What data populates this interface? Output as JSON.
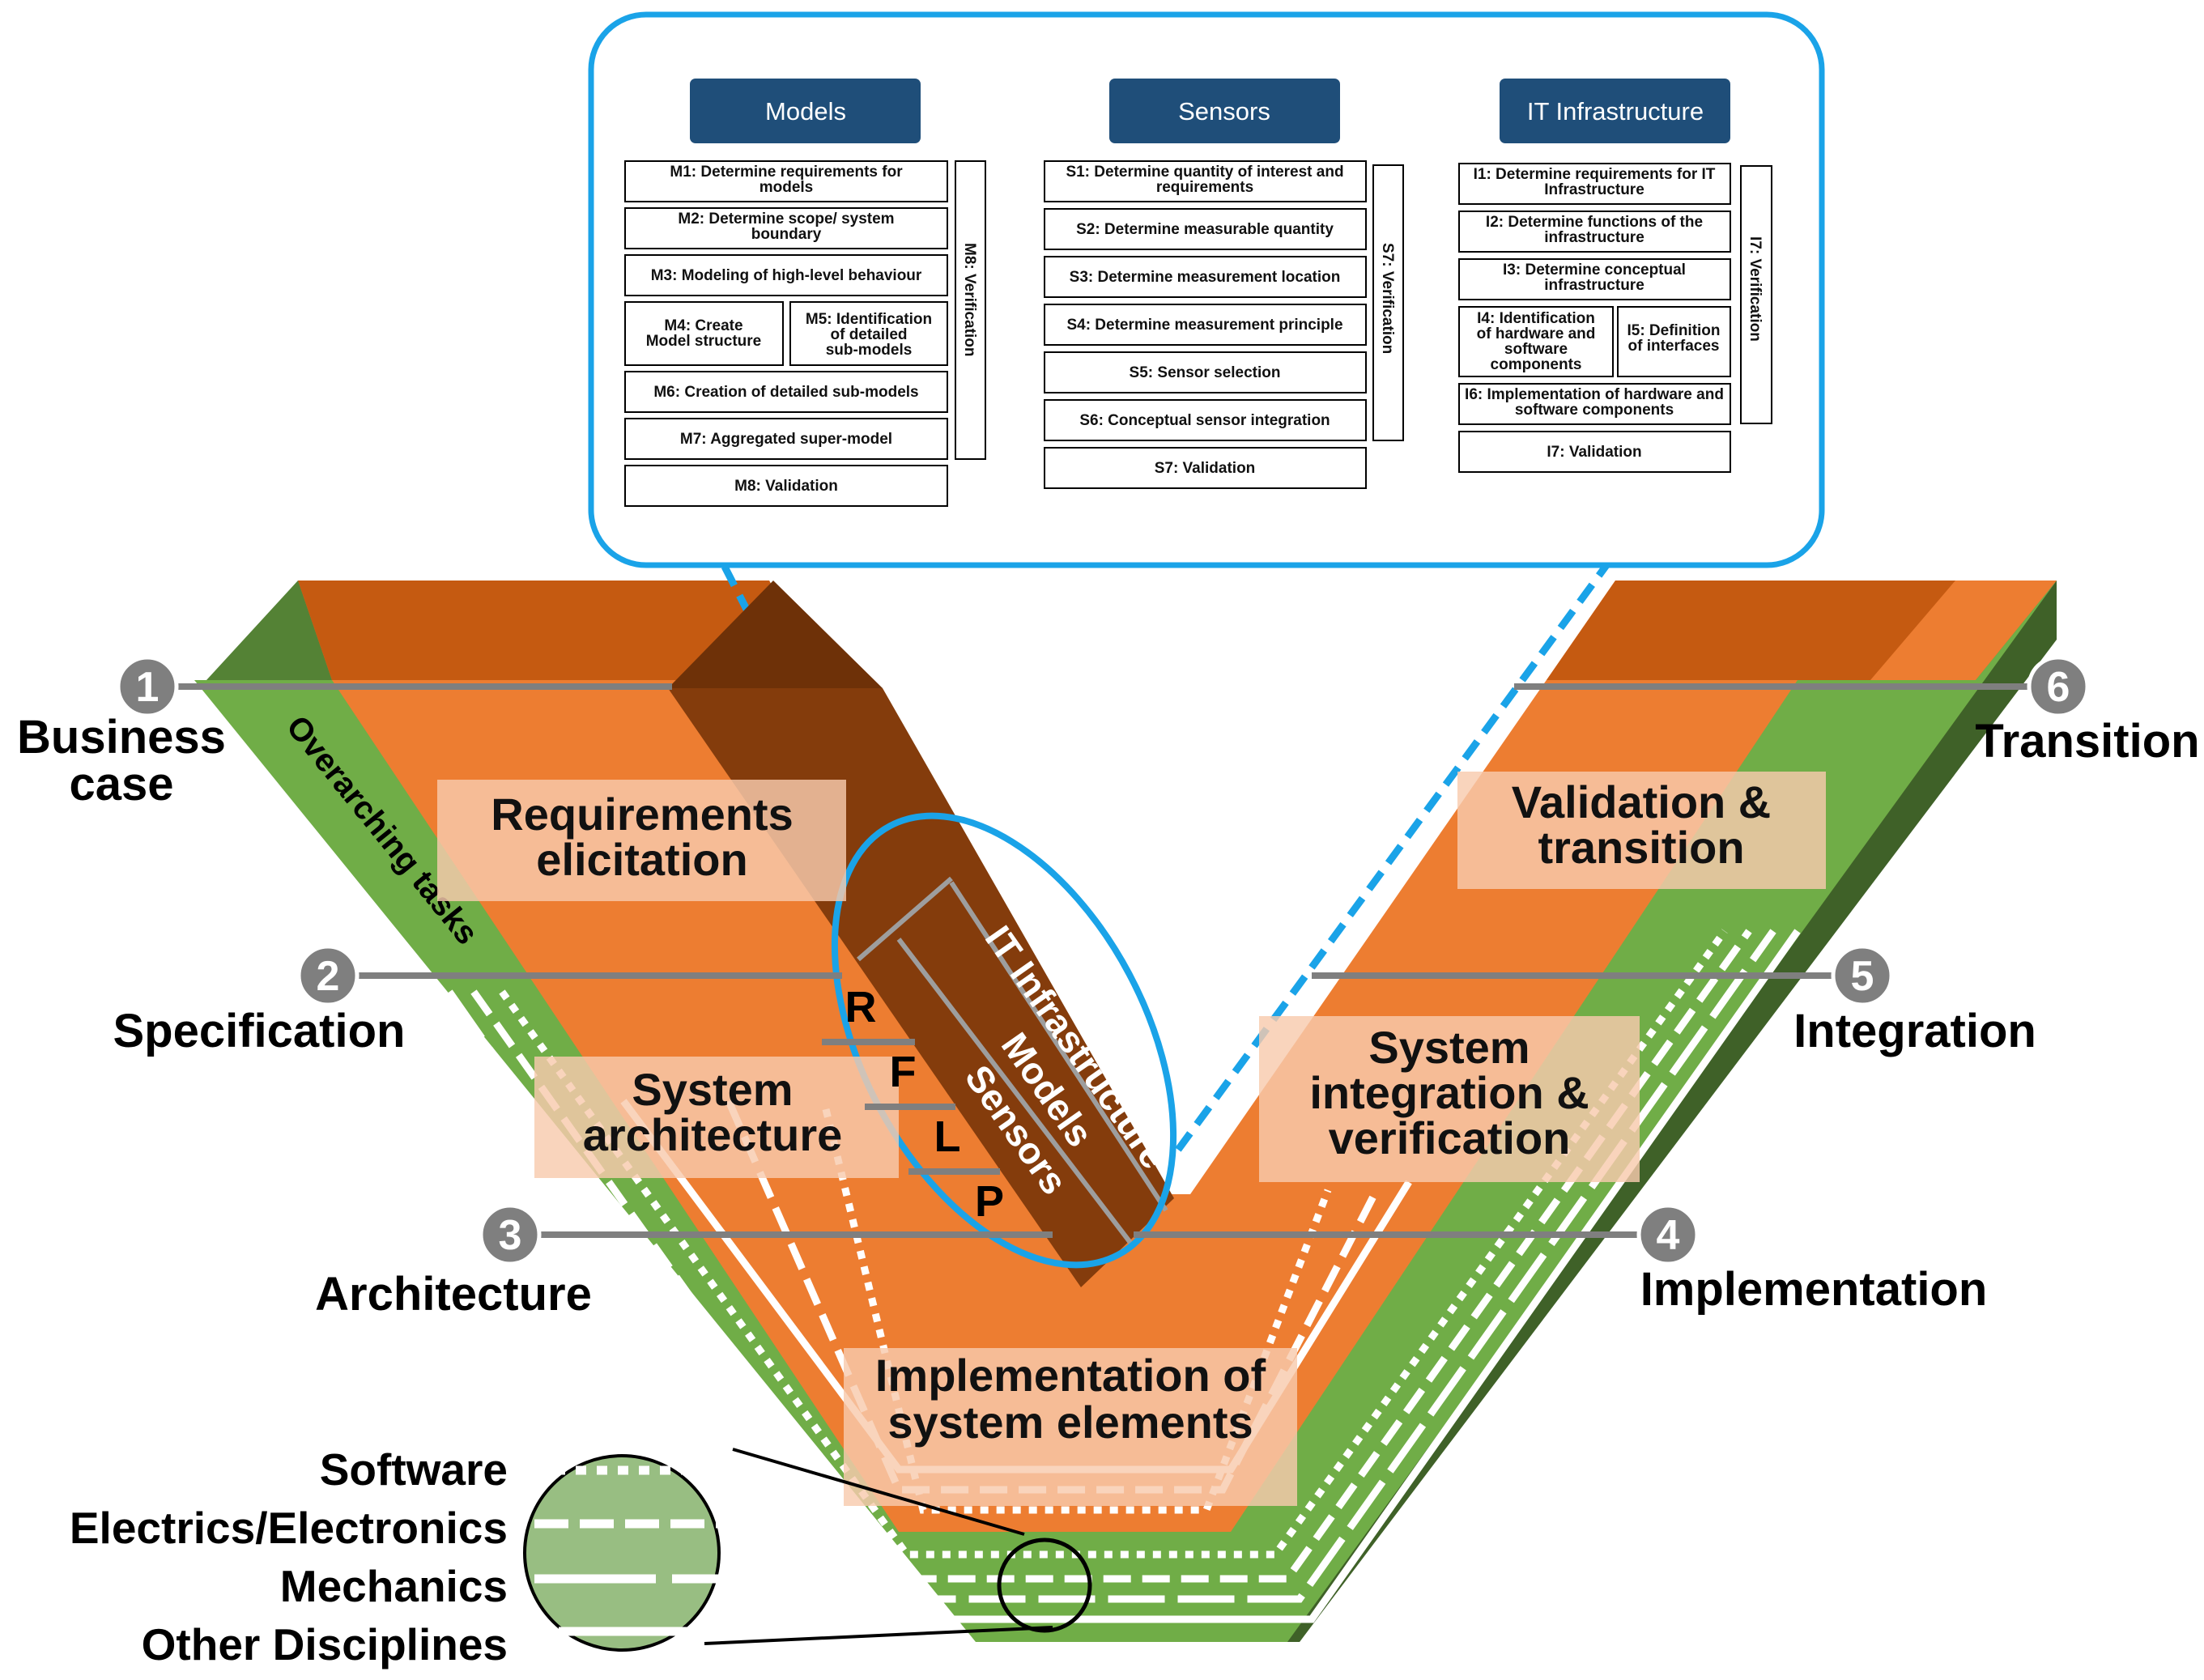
{
  "colors": {
    "orange_dark": "#C55A11",
    "orange": "#ED7D31",
    "brown": "#843C0C",
    "green_dark": "#548235",
    "green": "#70AD47",
    "green_shadow": "#3F6128",
    "blue": "#1AA3E8",
    "navy": "#1F4E79",
    "gray": "#7F7F7F"
  },
  "phases": [
    {
      "number": "1",
      "label": "Business case"
    },
    {
      "number": "2",
      "label": "Specification"
    },
    {
      "number": "3",
      "label": "Architecture"
    },
    {
      "number": "4",
      "label": "Implementation"
    },
    {
      "number": "5",
      "label": "Integration"
    },
    {
      "number": "6",
      "label": "Transition"
    }
  ],
  "stages": {
    "requirements": "Requirements elicitation",
    "system_architecture": "System architecture",
    "implementation": "Implementation of system elements",
    "integration": "System integration & verification",
    "validation": "Validation & transition"
  },
  "overarching_label": "Overarching tasks",
  "rflp": [
    "R",
    "F",
    "L",
    "P"
  ],
  "pillar_labels": [
    "IT Infrastructure",
    "Models",
    "Sensors"
  ],
  "disciplines": [
    "Software",
    "Electrics/Electronics",
    "Mechanics",
    "Other Disciplines"
  ],
  "callout": {
    "columns": [
      {
        "header": "Models",
        "steps": [
          "M1: Determine requirements for models",
          "M2: Determine scope/ system boundary",
          "M3: Modeling of high-level behaviour",
          "M4: Create Model structure",
          "M5: Identification of detailed sub-models",
          "M6: Creation of detailed sub-models",
          "M7: Aggregated super-model",
          "M8: Validation"
        ],
        "verification": "M8: Verification"
      },
      {
        "header": "Sensors",
        "steps": [
          "S1: Determine quantity of interest and requirements",
          "S2: Determine measurable quantity",
          "S3: Determine measurement location",
          "S4: Determine measurement principle",
          "S5: Sensor selection",
          "S6: Conceptual sensor integration",
          "S7: Validation"
        ],
        "verification": "S7: Verification"
      },
      {
        "header": "IT Infrastructure",
        "steps": [
          "I1: Determine requirements for IT Infrastructure",
          "I2: Determine functions of the infrastructure",
          "I3: Determine conceptual infrastructure",
          "I4: Identification of hardware and software components",
          "I5: Definition of interfaces",
          "I6: Implementation of hardware and software components",
          "I7: Validation"
        ],
        "verification": "I7: Verification"
      }
    ]
  }
}
